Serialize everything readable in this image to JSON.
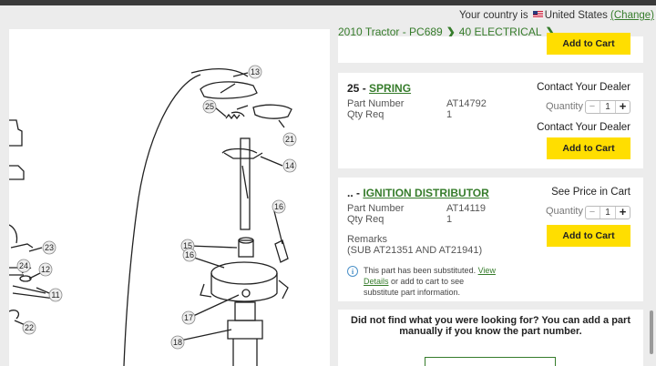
{
  "header": {
    "country_prefix": "Your country is",
    "country_name": "United States",
    "change_label": "(Change)"
  },
  "breadcrumb": {
    "items": [
      "2010 Tractor - PC689",
      "40 ELECTRICAL"
    ],
    "separator": "❯"
  },
  "diagram": {
    "callouts": [
      "13",
      "25",
      "21",
      "14",
      "16",
      "23",
      "24",
      "12",
      "11",
      "22",
      "15",
      "16",
      "17",
      "18"
    ]
  },
  "parts": [
    {
      "cart_label": "Add to Cart"
    },
    {
      "index": "25",
      "dash": "-",
      "name": "SPRING",
      "availability": "Contact Your Dealer",
      "part_number_label": "Part Number",
      "part_number": "AT14792",
      "qty_label": "Qty Req",
      "qty": "1",
      "quantity_label": "Quantity",
      "quantity": "1",
      "minus": "−",
      "plus": "+",
      "note": "Contact Your Dealer",
      "cart_label": "Add to Cart"
    },
    {
      "index": "..",
      "dash": "-",
      "name": "IGNITION DISTRIBUTOR",
      "availability": "See Price in Cart",
      "part_number_label": "Part Number",
      "part_number": "AT14119",
      "qty_label": "Qty Req",
      "qty": "1",
      "quantity_label": "Quantity",
      "quantity": "1",
      "minus": "−",
      "plus": "+",
      "remarks_label": "Remarks",
      "remarks": "(SUB AT21351 AND AT21941)",
      "info_icon": "i",
      "info_pre": "This part has been substituted.",
      "info_link": "View Details",
      "info_post": "or add to cart to see substitute part information.",
      "cart_label": "Add to Cart"
    }
  ],
  "footer": {
    "not_found": "Did not find what you were looking for? You can add a part manually if you know the part number."
  },
  "colors": {
    "brand_green": "#367c2b",
    "cart_yellow": "#ffde00",
    "info_blue": "#4a90c8"
  }
}
